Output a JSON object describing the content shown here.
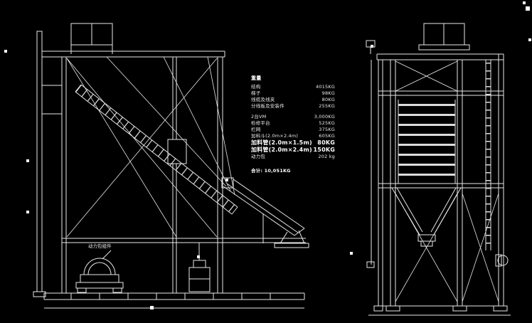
{
  "palette": {
    "background": "#000000",
    "line_color": "#e8e8e8",
    "text_color": "#ffffff"
  },
  "spec_table": {
    "title": "重量",
    "rows": [
      {
        "label": "结构",
        "value": "4015KG"
      },
      {
        "label": "梯子",
        "value": "98KG"
      },
      {
        "label": "线缆及线夹",
        "value": "80KG"
      },
      {
        "label": "分线板及安装件",
        "value": "255KG"
      },
      {
        "label": "2台VM",
        "value": "3,000KG"
      },
      {
        "label": "检修平台",
        "value": "525KG"
      },
      {
        "label": "栏网",
        "value": "375KG"
      },
      {
        "label": "加料斗(2.0m×2.4m)",
        "value": "605KG"
      },
      {
        "label": "加料管(2.0m×1.5m)",
        "value": "80KG"
      },
      {
        "label": "加料管(2.0m×2.4m)",
        "value": "150KG"
      },
      {
        "label": "动力包",
        "value": "202 kg"
      }
    ],
    "total": "合计: 10,051KG"
  },
  "annotations": {
    "power_pack_label": "动力包组件"
  }
}
